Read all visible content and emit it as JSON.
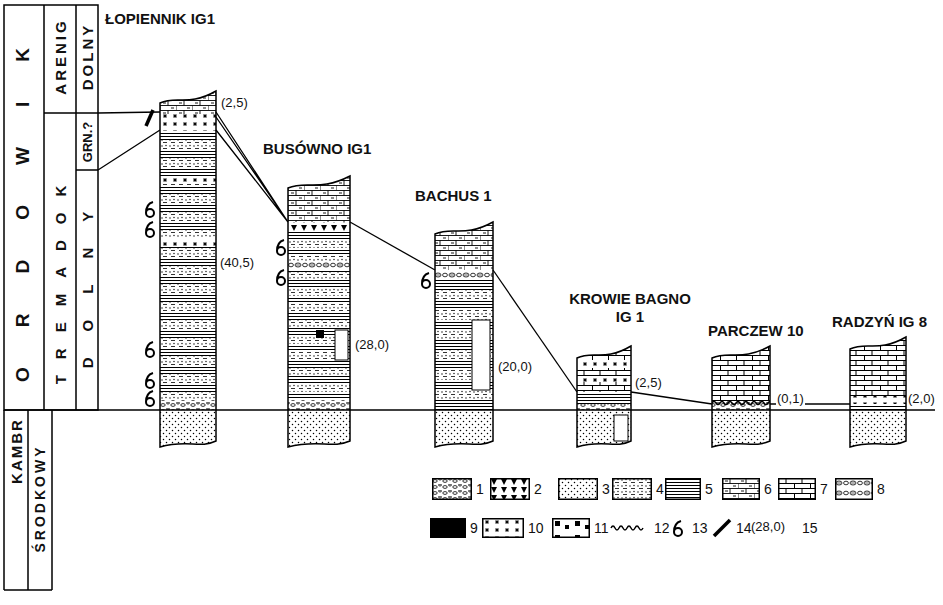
{
  "diagram": {
    "nodes": [
      {
        "text": [
          "ŁOPIENNIK IG1"
        ]
      },
      {
        "text": [
          "BUSÓWNO IG1"
        ]
      },
      {
        "text": [
          "BACHUS 1"
        ]
      },
      {
        "text": [
          "KROWIE BAGNO IG 1"
        ]
      },
      {
        "text": [
          "PARCZEW 10"
        ]
      },
      {
        "text": [
          "RADZYŃ IG 8"
        ]
      }
    ],
    "edges": [
      {
        "from": 0,
        "to": 1,
        "arrow": "none"
      },
      {
        "from": 1,
        "to": 2,
        "arrow": "none"
      },
      {
        "from": 2,
        "to": 3,
        "arrow": "none"
      },
      {
        "from": 3,
        "to": 4,
        "arrow": "none"
      },
      {
        "from": 4,
        "to": 5,
        "arrow": "none"
      }
    ],
    "labels": [
      "ORDOWIK",
      "ARENIG",
      "DOLNY",
      "GRN.?",
      "TREMADOK",
      "DOLNY",
      "KAMBR",
      "ŚRODKOWY",
      "(2,5)",
      "(40,5)",
      "(28,0)",
      "(20,0)",
      "(2,5)",
      "(0,1)",
      "(2,0)",
      "(28,0)"
    ],
    "legend": [
      {
        "text": "1"
      },
      {
        "text": "2"
      },
      {
        "text": "3"
      },
      {
        "text": "4"
      },
      {
        "text": "5"
      },
      {
        "text": "6"
      },
      {
        "text": "7"
      },
      {
        "text": "8"
      },
      {
        "text": "9",
        "color": "#000000"
      },
      {
        "text": "10"
      },
      {
        "text": "11"
      },
      {
        "text": "12"
      },
      {
        "text": "13"
      },
      {
        "text": "14"
      },
      {
        "text": "15"
      }
    ]
  }
}
